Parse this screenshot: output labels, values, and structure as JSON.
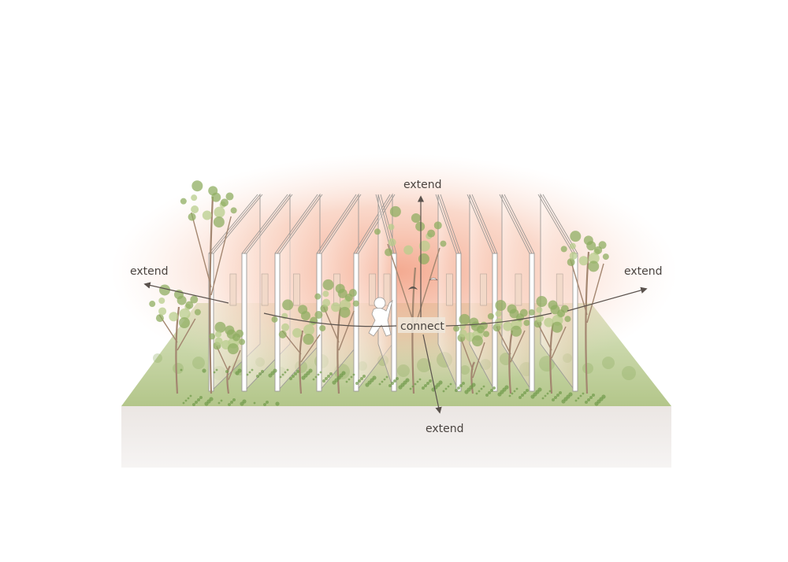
{
  "labels": {
    "extend_top": "extend",
    "extend_left": "extend",
    "extend_right": "extend",
    "extend_bottom": "extend",
    "connect": "connect"
  },
  "palette": {
    "ground": "#b8c88e",
    "base": "#f1eeec",
    "glow": "#f4a184",
    "panel": "#ffffff",
    "panel_edge": "#9d9a97",
    "foliage": "#8fae62",
    "trunk": "#a38670",
    "arrow": "#5a524d"
  },
  "icons": [
    "person-figure-icon",
    "bird-icon"
  ]
}
